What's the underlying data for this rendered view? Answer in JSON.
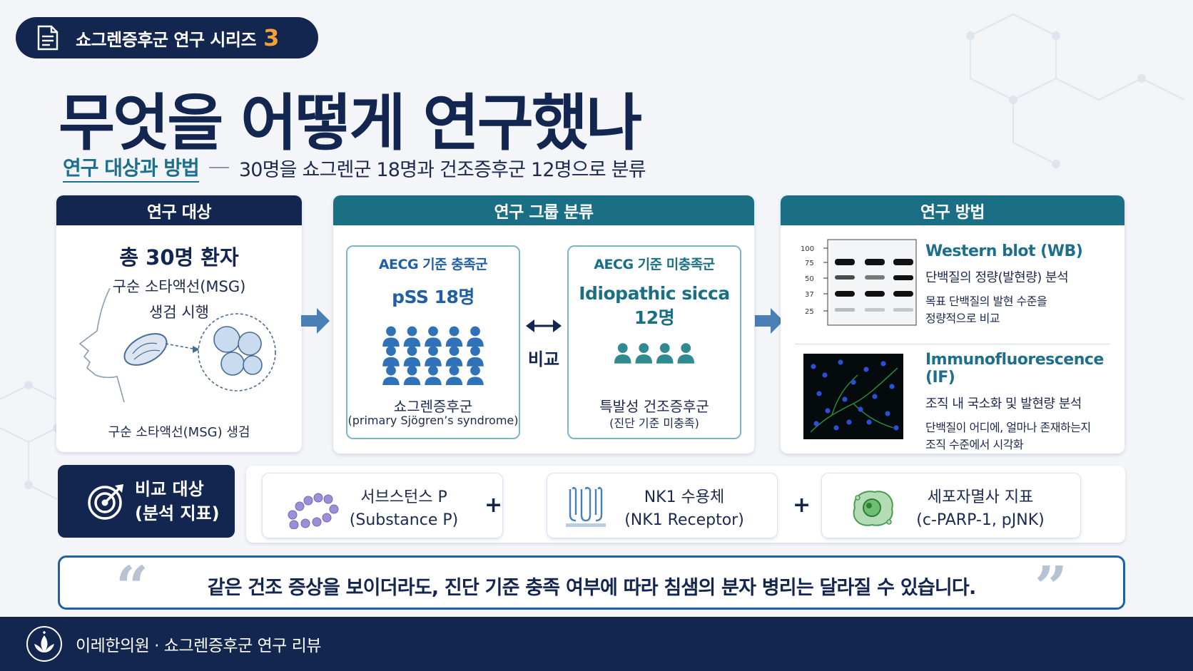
{
  "badge": {
    "text": "쇼그렌증후군 연구 시리즈",
    "number": "3",
    "icon": "document-icon"
  },
  "title": "무엇을 어떻게 연구했나",
  "subtitle": {
    "label": "연구 대상과 방법",
    "description": "30명을 쇼그렌군 18명과 건조증후군 12명으로 분류"
  },
  "subjects": {
    "header": "연구 대상",
    "total": "총 30명 환자",
    "procedure_line1": "구순 소타액선(MSG)",
    "procedure_line2": "생검 시행",
    "caption": "구순 소타액선(MSG) 생검"
  },
  "groups": {
    "header": "연구 그룹 분류",
    "compare_label": "비교",
    "group_a": {
      "criteria": "AECG 기준 충족군",
      "count": "pSS 18명",
      "name": "쇼그렌증후군",
      "subname": "(primary Sjögren’s syndrome)",
      "people": 18,
      "color": "#2f72b8"
    },
    "group_b": {
      "criteria": "AECG 기준 미충족군",
      "count": "Idiopathic sicca 12명",
      "name": "특발성 건조증후군",
      "subname": "(진단 기준 미충족)",
      "people": 4,
      "color": "#2f8a92"
    }
  },
  "methods": {
    "header": "연구 방법",
    "western_blot": {
      "name": "Western blot (WB)",
      "desc": "단백질의 정량(발현량) 분석",
      "note_line1": "목표 단백질의 발현 수준을",
      "note_line2": "정량적으로 비교",
      "ladder": [
        "100",
        "75",
        "50",
        "37",
        "25"
      ]
    },
    "immunofluorescence": {
      "name": "Immunofluorescence (IF)",
      "desc": "조직 내 국소화 및 발현량 분석",
      "note_line1": "단백질이 어디에, 얼마나 존재하는지",
      "note_line2": "조직 수준에서 시각화"
    }
  },
  "comparison": {
    "label_line1": "비교 대상",
    "label_line2": "(분석 지표)",
    "icon": "target-icon",
    "indicators": [
      {
        "line1": "서브스턴스 P",
        "line2": "(Substance P)",
        "icon": "peptide-chain-icon"
      },
      {
        "line1": "NK1 수용체",
        "line2": "(NK1 Receptor)",
        "icon": "receptor-icon"
      },
      {
        "line1": "세포자멸사 지표",
        "line2": "(c-PARP-1, pJNK)",
        "icon": "apoptotic-cell-icon"
      }
    ],
    "plus": "+"
  },
  "quote": {
    "open": "“",
    "text": "같은 건조 증상을 보이더라도, 진단 기준 충족 여부에 따라 침샘의 분자 병리는 달라질 수 있습니다.",
    "close": "”"
  },
  "footer": {
    "text": "이레한의원 · 쇼그렌증후군 연구 리뷰",
    "icon": "lotus-logo-icon"
  },
  "colors": {
    "navy": "#13264f",
    "teal": "#1a6f84",
    "blue": "#1f5fa8",
    "accent": "#f2a23b"
  }
}
